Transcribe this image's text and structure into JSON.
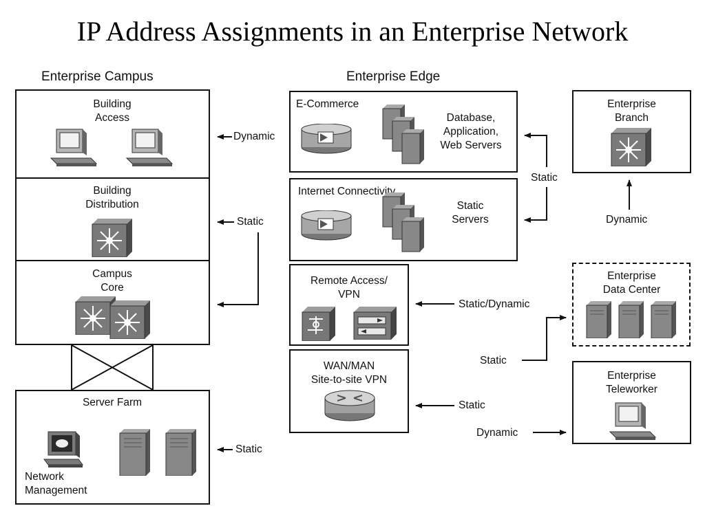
{
  "title": "IP Address Assignments in an Enterprise Network",
  "sections": {
    "campus": "Enterprise Campus",
    "edge": "Enterprise Edge"
  },
  "campus": {
    "building_access": "Building\nAccess",
    "building_distribution": "Building\nDistribution",
    "campus_core": "Campus\nCore",
    "server_farm": "Server Farm",
    "network_management": "Network\nManagement"
  },
  "edge": {
    "ecommerce": "E-Commerce",
    "ecommerce_servers": "Database,\nApplication,\nWeb Servers",
    "internet": "Internet Connectivity",
    "static_servers": "Static\nServers",
    "remote_access": "Remote Access/\nVPN",
    "wan": "WAN/MAN\nSite-to-site VPN"
  },
  "remote": {
    "branch": "Enterprise\nBranch",
    "data_center": "Enterprise\nData Center",
    "teleworker": "Enterprise\nTeleworker"
  },
  "annotations": {
    "access": "Dynamic",
    "distribution": "Static",
    "server_farm": "Static",
    "edge_servers": "Static",
    "branch": "Dynamic",
    "remote_access": "Static/Dynamic",
    "data_center": "Static",
    "wan": "Static",
    "teleworker": "Dynamic"
  },
  "icons": [
    "pc-icon",
    "multilayer-switch-icon",
    "firewall-icon",
    "server-icon",
    "router-icon",
    "vpn-concentrator-icon",
    "network-management-icon"
  ]
}
